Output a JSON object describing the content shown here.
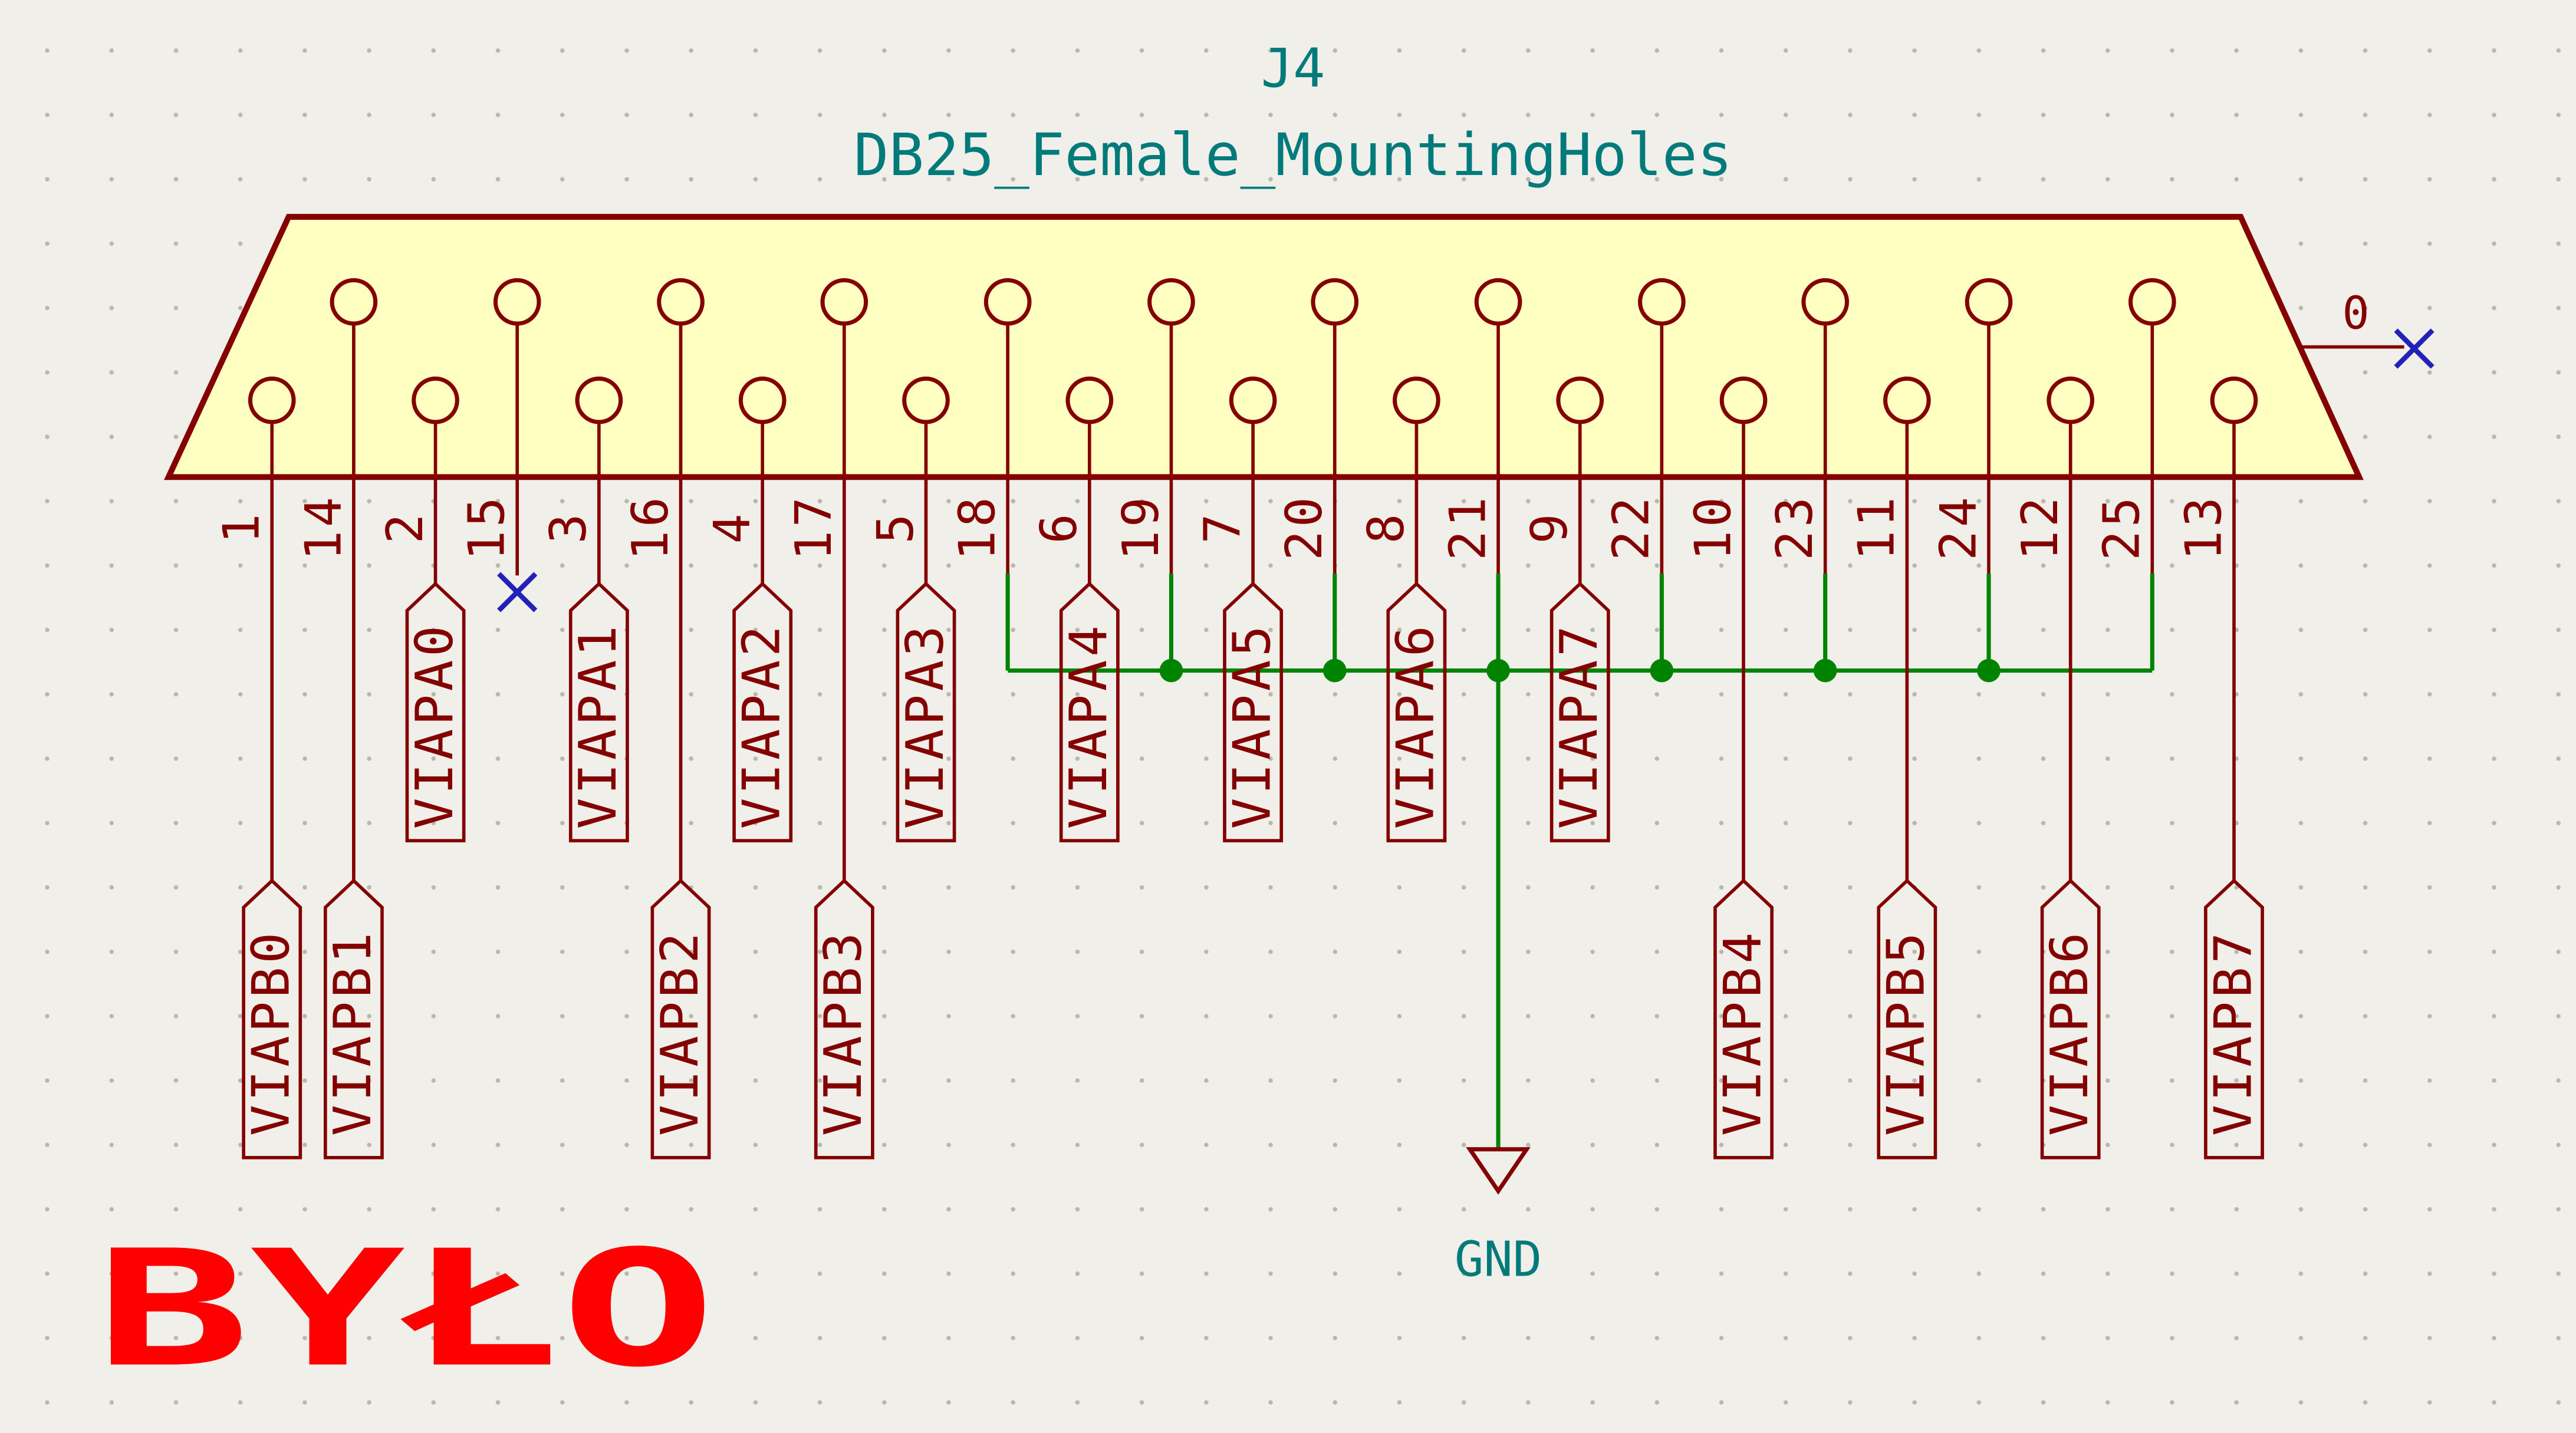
{
  "colors": {
    "background": "#F1EFE9",
    "grid_dot": "#B9B6AD",
    "outline": "#840000",
    "body_fill": "#FFFFC2",
    "wire": "#008400",
    "junction": "#008400",
    "field_text": "#007A7A",
    "no_connect": "#2222BB",
    "overlay_text": "#FF0000"
  },
  "schematic": {
    "reference": "J4",
    "value": "DB25_Female_MountingHoles",
    "gnd_label": "GND",
    "mounting_pin": {
      "number": "0",
      "connection": "no_connect"
    },
    "overlay_text": "BYŁO",
    "pins": [
      {
        "number": "1",
        "row": "bottom",
        "connection": "label",
        "label": "VIAPB0",
        "tier": 2
      },
      {
        "number": "14",
        "row": "top",
        "connection": "label",
        "label": "VIAPB1",
        "tier": 2
      },
      {
        "number": "2",
        "row": "bottom",
        "connection": "label",
        "label": "VIAPA0",
        "tier": 1
      },
      {
        "number": "15",
        "row": "top",
        "connection": "no_connect"
      },
      {
        "number": "3",
        "row": "bottom",
        "connection": "label",
        "label": "VIAPA1",
        "tier": 1
      },
      {
        "number": "16",
        "row": "top",
        "connection": "label",
        "label": "VIAPB2",
        "tier": 2
      },
      {
        "number": "4",
        "row": "bottom",
        "connection": "label",
        "label": "VIAPA2",
        "tier": 1
      },
      {
        "number": "17",
        "row": "top",
        "connection": "label",
        "label": "VIAPB3",
        "tier": 2
      },
      {
        "number": "5",
        "row": "bottom",
        "connection": "label",
        "label": "VIAPA3",
        "tier": 1
      },
      {
        "number": "18",
        "row": "top",
        "connection": "gnd"
      },
      {
        "number": "6",
        "row": "bottom",
        "connection": "label",
        "label": "VIAPA4",
        "tier": 1
      },
      {
        "number": "19",
        "row": "top",
        "connection": "gnd"
      },
      {
        "number": "7",
        "row": "bottom",
        "connection": "label",
        "label": "VIAPA5",
        "tier": 1
      },
      {
        "number": "20",
        "row": "top",
        "connection": "gnd"
      },
      {
        "number": "8",
        "row": "bottom",
        "connection": "label",
        "label": "VIAPA6",
        "tier": 1
      },
      {
        "number": "21",
        "row": "top",
        "connection": "gnd",
        "gnd_drop": true
      },
      {
        "number": "9",
        "row": "bottom",
        "connection": "label",
        "label": "VIAPA7",
        "tier": 1
      },
      {
        "number": "22",
        "row": "top",
        "connection": "gnd"
      },
      {
        "number": "10",
        "row": "bottom",
        "connection": "label",
        "label": "VIAPB4",
        "tier": 2
      },
      {
        "number": "23",
        "row": "top",
        "connection": "gnd"
      },
      {
        "number": "11",
        "row": "bottom",
        "connection": "label",
        "label": "VIAPB5",
        "tier": 2
      },
      {
        "number": "24",
        "row": "top",
        "connection": "gnd"
      },
      {
        "number": "12",
        "row": "bottom",
        "connection": "label",
        "label": "VIAPB6",
        "tier": 2
      },
      {
        "number": "25",
        "row": "top",
        "connection": "gnd"
      },
      {
        "number": "13",
        "row": "bottom",
        "connection": "label",
        "label": "VIAPB7",
        "tier": 2
      }
    ]
  }
}
